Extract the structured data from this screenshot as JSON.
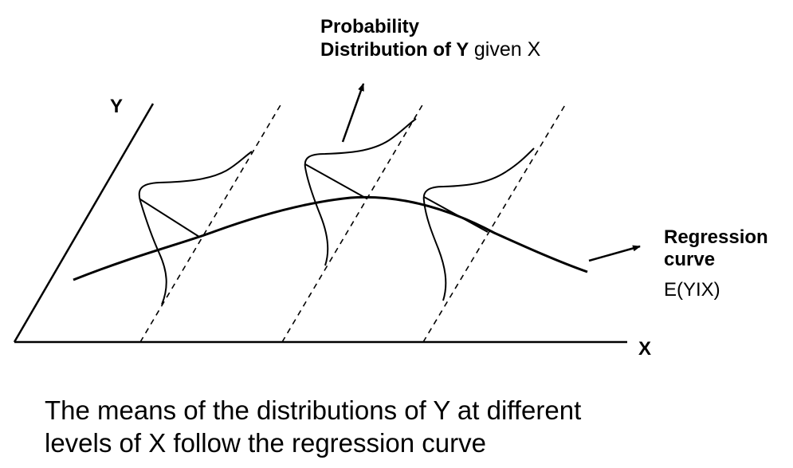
{
  "labels": {
    "prob_line1": "Probability",
    "prob_line2_bold": "Distribution of Y",
    "prob_line2_plain": "given X",
    "y_axis": "Y",
    "x_axis": "X",
    "regression_line1": "Regression",
    "regression_line2": "curve",
    "regression_expr": "E(YIX)"
  },
  "caption": {
    "line1": "The means of the distributions of Y at different",
    "line2": "levels of X follow the regression curve"
  }
}
